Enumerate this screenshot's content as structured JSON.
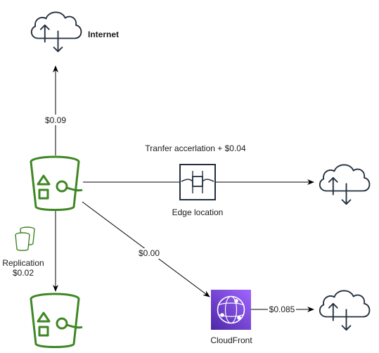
{
  "nodes": {
    "internet_label": "Internet",
    "edge_location_label": "Edge location",
    "cloudfront_label": "CloudFront",
    "replication_label_line1": "Replication",
    "replication_label_line2": "$0.02"
  },
  "edges": {
    "to_internet": "$0.09",
    "transfer_acceleration": "Tranfer accerlation + $0.04",
    "to_cloudfront": "$0.00",
    "cloudfront_out": "$0.085"
  },
  "colors": {
    "s3_green": "#3f8624",
    "cloudfront_purple": "#8c4fff",
    "cloudfront_purple_dark": "#5a30b5",
    "icon_dark": "#232f3e"
  },
  "icons": [
    "cloud-upload-download-icon",
    "s3-bucket-icon",
    "edge-location-icon",
    "cloudfront-icon",
    "replication-buckets-icon"
  ]
}
